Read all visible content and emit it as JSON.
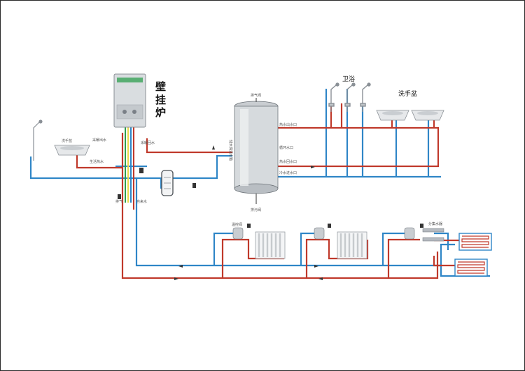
{
  "boiler": {
    "label": "壁挂炉"
  },
  "labels": {
    "bathroom": "卫浴",
    "washbasin": "洗手盆",
    "washbasin_left": "洗手盆",
    "heating_supply": "采暖出水",
    "heating_return": "采暖回水",
    "domestic_hot_water": "生活热水",
    "cold_water_in": "自来水",
    "tank_vertical": "储水保温水箱",
    "tank_port_1": "热水出水口",
    "tank_port_2": "循环水口",
    "tank_port_3": "热水回水口",
    "tank_port_4": "冷水进水口",
    "tank_top": "排气阀",
    "tank_bottom": "排污阀",
    "drain": "补水",
    "exhaust": "排气",
    "radiator_valve": "温控阀",
    "manifold": "分集水器"
  },
  "colors": {
    "hot_pipe": "#c0392b",
    "cold_pipe": "#2f86c7",
    "gas_pipe": "#e9d84a",
    "supply_green": "#2e9e4f",
    "floor_coil": "#c0392b"
  },
  "icons": {
    "shower": "shower-icon",
    "sink": "sink-icon",
    "radiator": "radiator-icon",
    "valve": "valve-icon",
    "pump": "pump-icon",
    "floor_heating": "floor-heating-coil-icon"
  }
}
